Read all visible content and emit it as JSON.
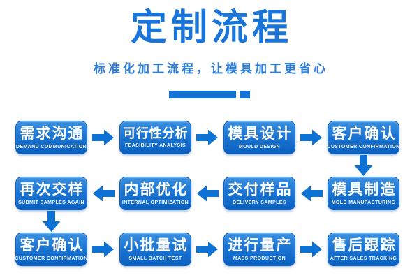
{
  "header": {
    "title": "定制流程",
    "subtitle": "标准化加工流程，让模具加工更省心"
  },
  "colors": {
    "title_blue": "#1a75da",
    "subtitle_blue": "#2b7dd8",
    "box_gradient_top": "#3a90e0",
    "box_gradient_bottom": "#0b60bf",
    "box_border": "#0b61c0",
    "arrow_blue": "#0e72d4",
    "divider_blue": "#1473d4",
    "text_on_box": "#ffffff",
    "background": "#ffffff"
  },
  "flow": {
    "rows": [
      {
        "arrow_direction": "right",
        "steps": [
          {
            "zh": "需求沟通",
            "en": "DEMAND COMMUNICATION"
          },
          {
            "zh": "可行性分析",
            "en": "FEASIBILITY ANALYSIS"
          },
          {
            "zh": "模具设计",
            "en": "MOULD DESIGN"
          },
          {
            "zh": "客户确认",
            "en": "CUSTOMER CONFIRMATION"
          }
        ]
      },
      {
        "arrow_direction": "left",
        "steps": [
          {
            "zh": "再次交样",
            "en": "SUBMIT SAMPLES AGAIN"
          },
          {
            "zh": "内部优化",
            "en": "INTERNAL OPTIMIZATION"
          },
          {
            "zh": "交付样品",
            "en": "DELIVERY SAMPLES"
          },
          {
            "zh": "模具制造",
            "en": "MOLD MANUFACTURING"
          }
        ]
      },
      {
        "arrow_direction": "right",
        "steps": [
          {
            "zh": "客户确认",
            "en": "CUSTOMER CONFIRMATION"
          },
          {
            "zh": "小批量试",
            "en": "SMALL BATCH TEST"
          },
          {
            "zh": "进行量产",
            "en": "MASS PRODUCTION"
          },
          {
            "zh": "售后跟踪",
            "en": "AFTER SALES TRACKING"
          }
        ]
      }
    ],
    "vertical_connectors": [
      {
        "from": "客户确认",
        "to": "模具制造",
        "side": "right"
      },
      {
        "from": "再次交样",
        "to": "客户确认",
        "side": "left"
      }
    ]
  }
}
